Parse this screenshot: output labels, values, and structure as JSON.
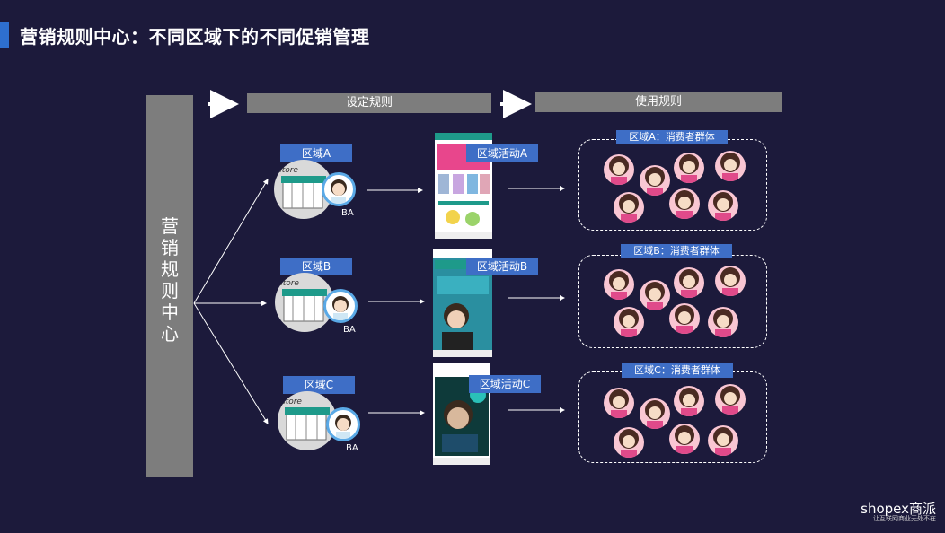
{
  "title": "营销规则中心：不同区域下的不同促销管理",
  "center": {
    "label": "营销规则中心"
  },
  "headers": {
    "set_rules": "设定规则",
    "use_rules": "使用规则"
  },
  "rows": [
    {
      "region": "区域A",
      "ba": "BA",
      "activity": "区域活动A",
      "group": "区域A：消费者群体"
    },
    {
      "region": "区域B",
      "ba": "BA",
      "activity": "区域活动B",
      "group": "区域B：消费者群体"
    },
    {
      "region": "区域C",
      "ba": "BA",
      "activity": "区域活动C",
      "group": "区域C：消费者群体"
    }
  ],
  "logo": {
    "brand": "shopex商派",
    "tagline": "让互联网商业无处不在"
  },
  "colors": {
    "background": "#1c1a3b",
    "accent": "#2e6fcf",
    "label_blue": "#3e6ec6",
    "bar_gray": "#7d7d7d"
  }
}
